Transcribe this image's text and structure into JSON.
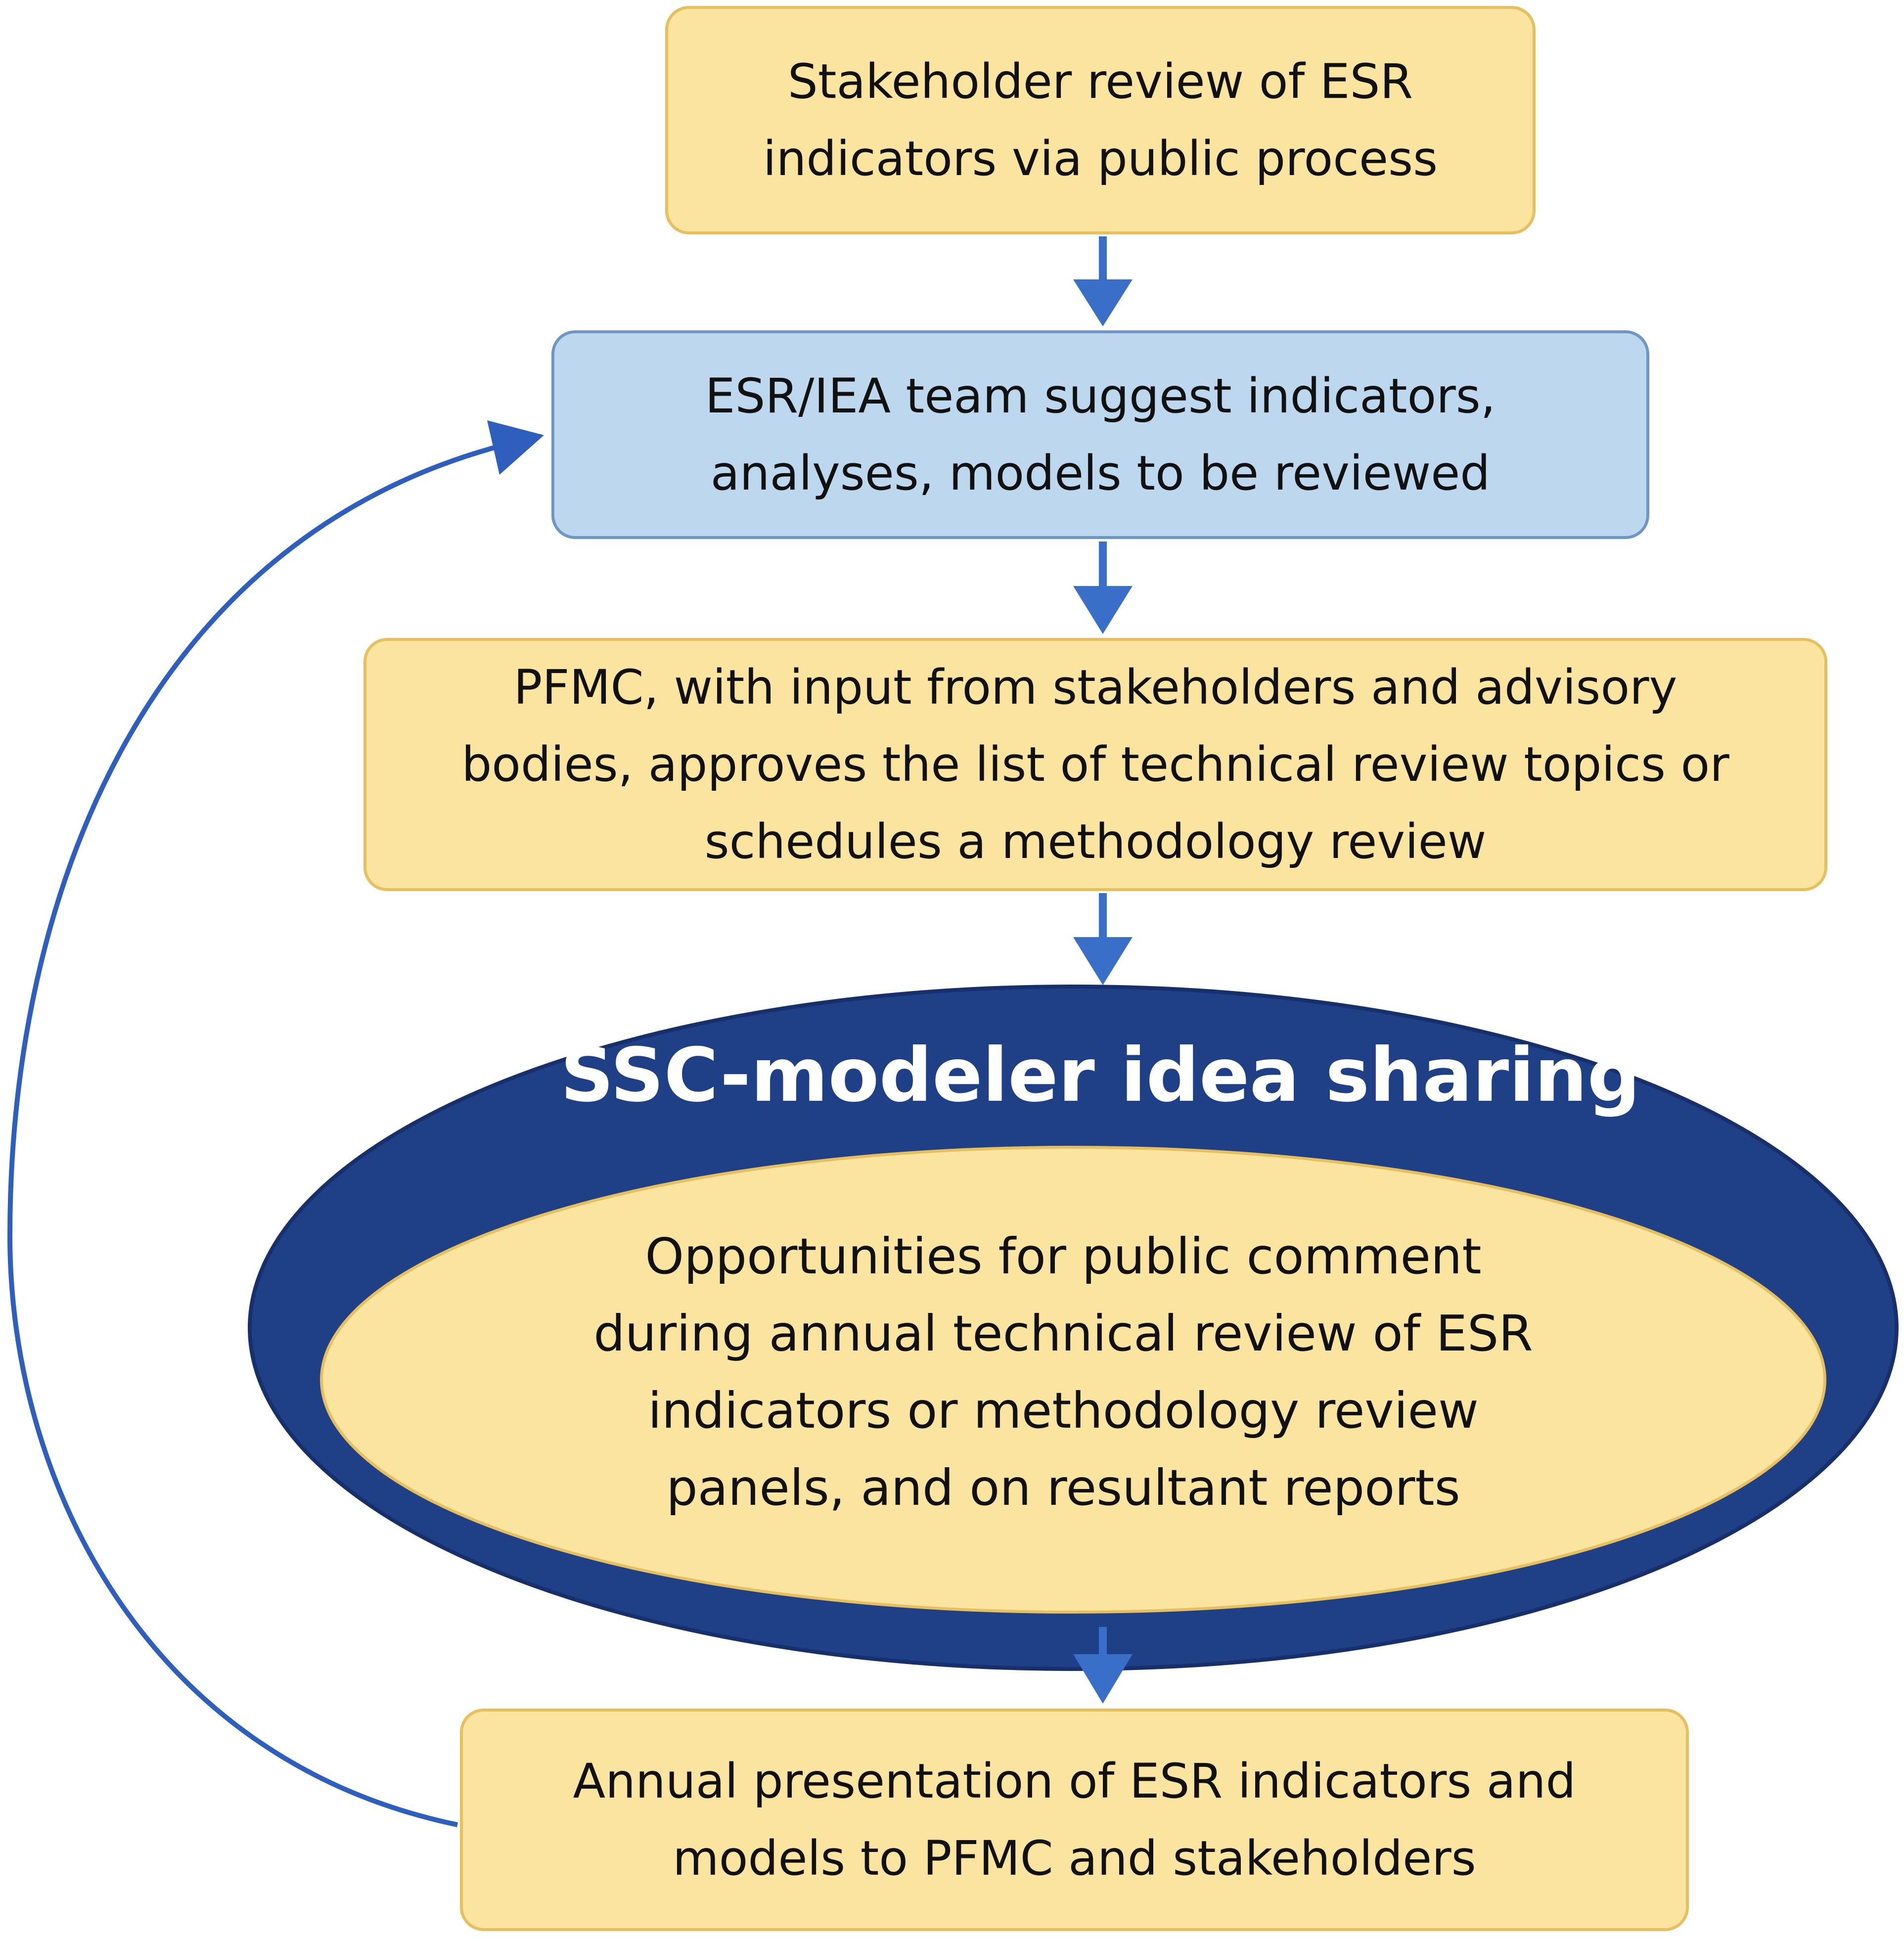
{
  "boxes": {
    "stakeholder_review": "Stakeholder review of ESR\nindicators via public process",
    "team_suggest": "ESR/IEA team suggest indicators,\nanalyses, models to be reviewed",
    "pfmc_approves": "PFMC, with input from stakeholders and advisory\nbodies, approves the list of technical review topics or\nschedules a methodology review",
    "annual_presentation": "Annual presentation of ESR indicators and\nmodels to PFMC and stakeholders"
  },
  "ellipse": {
    "title": "SSC-modeler idea sharing",
    "text": "Opportunities for public comment\nduring annual technical review of ESR\nindicators or methodology review\npanels, and on resultant reports"
  },
  "colors": {
    "box_yellow": "#fbe3a0",
    "box_blue": "#bdd7ee",
    "ellipse_outer": "#1f3f87",
    "arrow": "#3a6fc9"
  }
}
